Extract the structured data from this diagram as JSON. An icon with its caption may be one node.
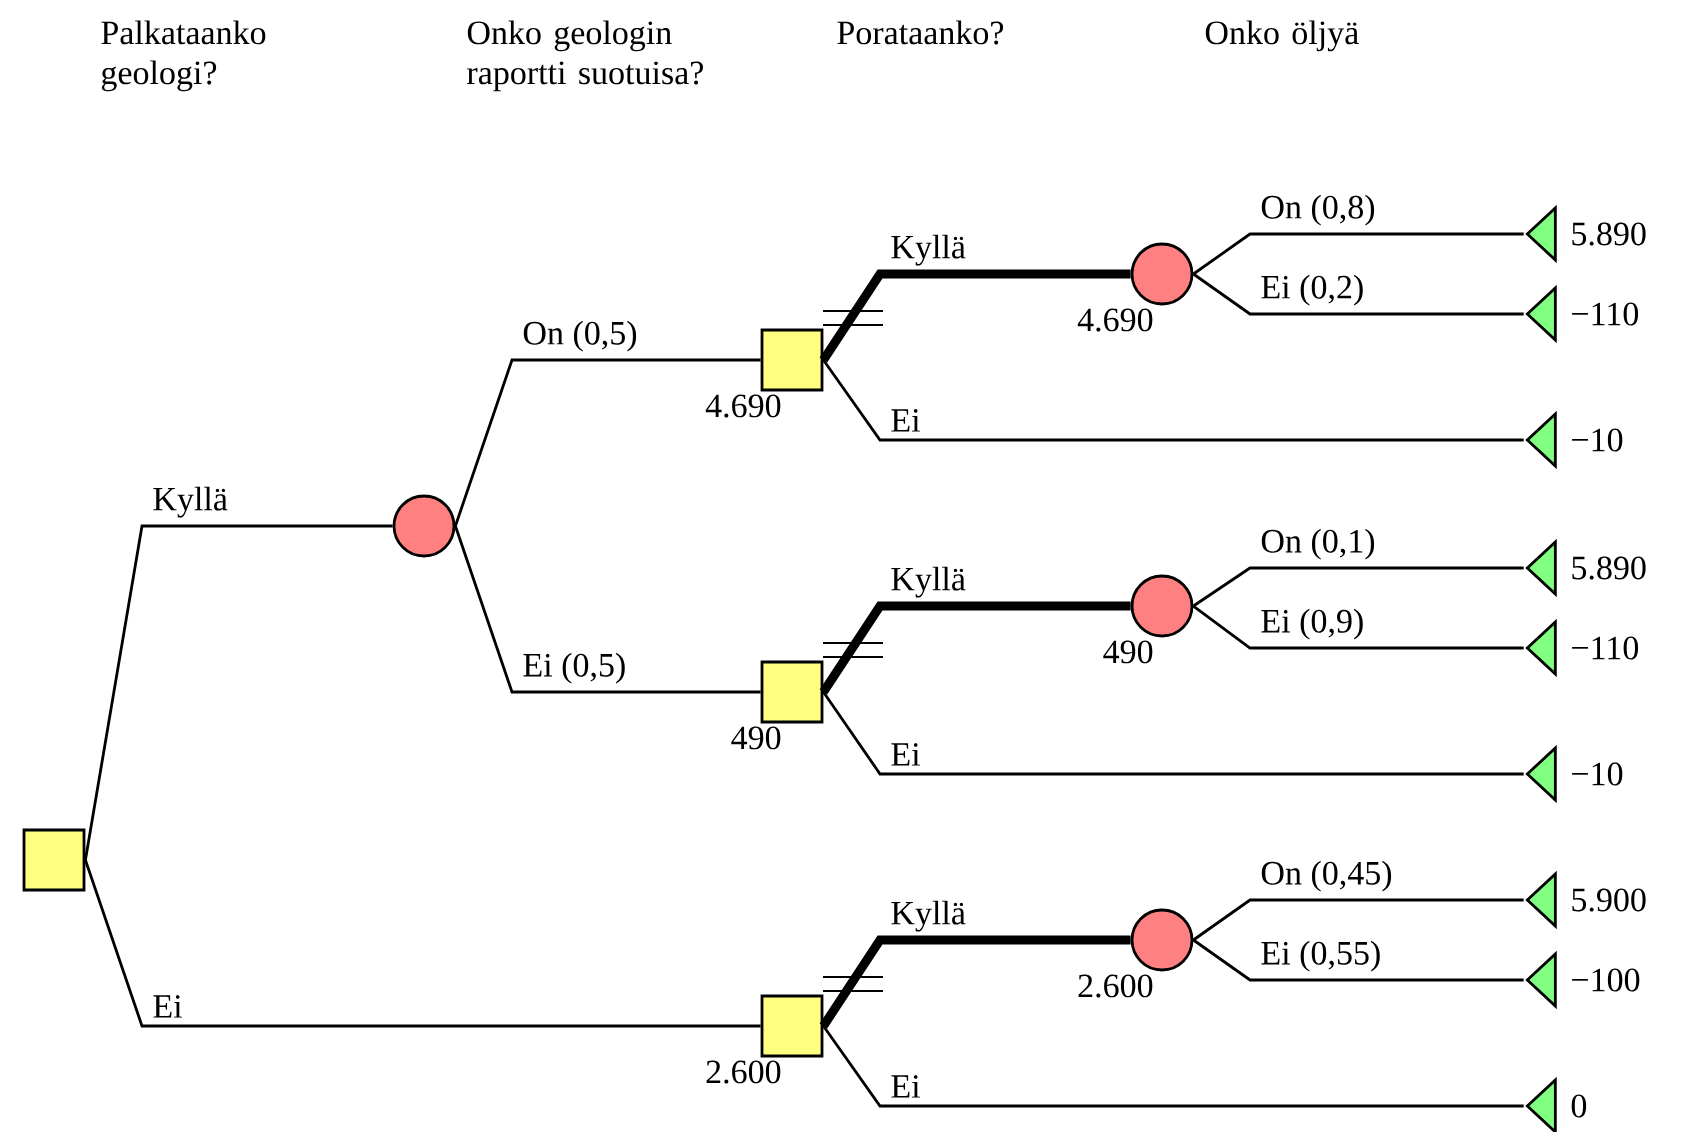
{
  "diagram": {
    "nodes": [
      {
        "text": [],
        "shape": "box"
      },
      {
        "text": [],
        "shape": "circle"
      },
      {
        "text": [],
        "shape": "box",
        "beside": [
          "4.690"
        ]
      },
      {
        "text": [],
        "shape": "circle",
        "beside": [
          "4.690"
        ]
      },
      {
        "text": [],
        "shape": "triangle",
        "beside": [
          "5.890"
        ]
      },
      {
        "text": [],
        "shape": "triangle",
        "beside": [
          "−110"
        ]
      },
      {
        "text": [],
        "shape": "triangle",
        "beside": [
          "−10"
        ]
      },
      {
        "text": [],
        "shape": "box",
        "beside": [
          "490"
        ]
      },
      {
        "text": [],
        "shape": "circle",
        "beside": [
          "490"
        ]
      },
      {
        "text": [],
        "shape": "triangle",
        "beside": [
          "5.890"
        ]
      },
      {
        "text": [],
        "shape": "triangle",
        "beside": [
          "−110"
        ]
      },
      {
        "text": [],
        "shape": "triangle",
        "beside": [
          "−10"
        ]
      },
      {
        "text": [],
        "shape": "box",
        "beside": [
          "2.600"
        ]
      },
      {
        "text": [],
        "shape": "circle",
        "beside": [
          "2.600"
        ]
      },
      {
        "text": [],
        "shape": "triangle",
        "beside": [
          "5.900"
        ]
      },
      {
        "text": [],
        "shape": "triangle",
        "beside": [
          "−100"
        ]
      },
      {
        "text": [],
        "shape": "triangle",
        "beside": [
          "0"
        ]
      }
    ],
    "edges": [
      {
        "from": 0,
        "to": 1,
        "arrow": "none",
        "label": "Kyllä"
      },
      {
        "from": 0,
        "to": 12,
        "arrow": "none",
        "label": "Ei"
      },
      {
        "from": 1,
        "to": 2,
        "arrow": "none",
        "label": "On (0,5)"
      },
      {
        "from": 1,
        "to": 7,
        "arrow": "none",
        "label": "Ei (0,5)"
      },
      {
        "from": 2,
        "to": 3,
        "arrow": "none",
        "label": "Kyllä",
        "style": "thick"
      },
      {
        "from": 2,
        "to": 6,
        "arrow": "none",
        "label": "Ei"
      },
      {
        "from": 3,
        "to": 4,
        "arrow": "none",
        "label": "On (0,8)"
      },
      {
        "from": 3,
        "to": 5,
        "arrow": "none",
        "label": "Ei (0,2)"
      },
      {
        "from": 7,
        "to": 8,
        "arrow": "none",
        "label": "Kyllä",
        "style": "thick"
      },
      {
        "from": 7,
        "to": 11,
        "arrow": "none",
        "label": "Ei"
      },
      {
        "from": 8,
        "to": 9,
        "arrow": "none",
        "label": "On (0,1)"
      },
      {
        "from": 8,
        "to": 10,
        "arrow": "none",
        "label": "Ei (0,9)"
      },
      {
        "from": 12,
        "to": 13,
        "arrow": "none",
        "label": "Kyllä",
        "style": "thick"
      },
      {
        "from": 12,
        "to": 16,
        "arrow": "none",
        "label": "Ei"
      },
      {
        "from": 13,
        "to": 14,
        "arrow": "none",
        "label": "On (0,45)"
      },
      {
        "from": 13,
        "to": 15,
        "arrow": "none",
        "label": "Ei (0,55)"
      }
    ],
    "labels": [
      "Palkataanko geologi?",
      "Onko geologin raportti suotuisa?",
      "Porataanko?",
      "Onko öljyä"
    ]
  }
}
